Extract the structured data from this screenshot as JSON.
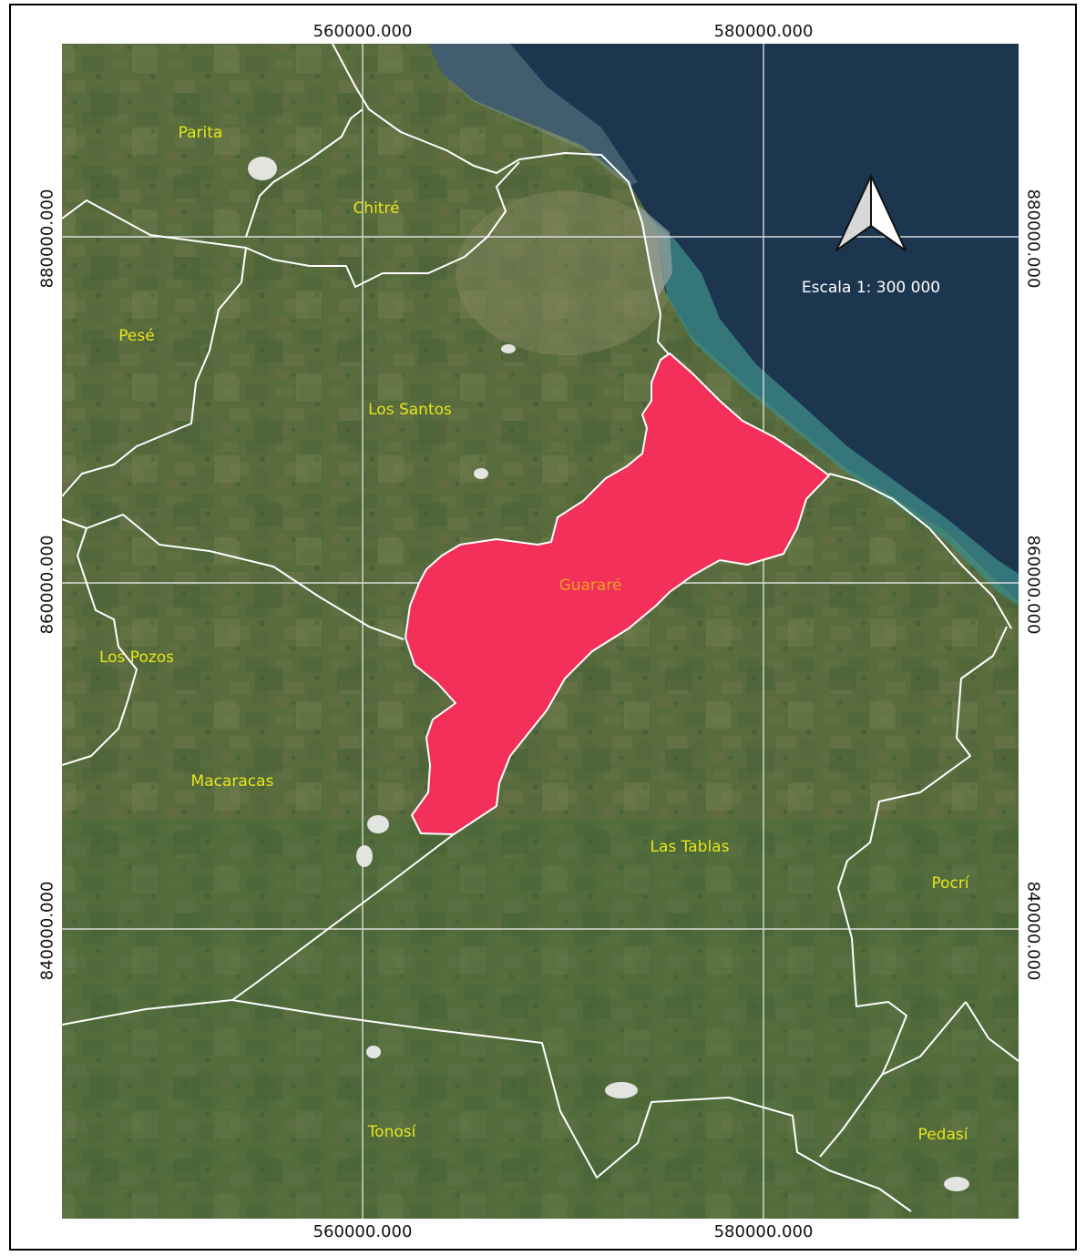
{
  "grid_labels": {
    "top": [
      "560000.000",
      "580000.000"
    ],
    "bottom": [
      "560000.000",
      "580000.000"
    ],
    "left": [
      "880000.000",
      "860000.000",
      "840000.000"
    ],
    "right": [
      "880000.000",
      "860000.000",
      "840000.000"
    ]
  },
  "scale_text": "Escala 1: 300 000",
  "places": {
    "parita": "Parita",
    "chitre": "Chitré",
    "pese": "Pesé",
    "los_santos": "Los Santos",
    "guarare": "Guararé",
    "los_pozos": "Los Pozos",
    "macaracas": "Macaracas",
    "las_tablas": "Las Tablas",
    "pocri": "Pocrí",
    "tonosi": "Tonosí",
    "pedasi": "Pedasí"
  },
  "colors": {
    "highlight": "#f2305a",
    "label": "#e6e61a",
    "highlight_label": "#f0a020",
    "sea": "#1d3650",
    "land": "#5b6b3e",
    "boundary": "#ffffff",
    "grid": "#e8e8e8"
  },
  "icons": {
    "north_arrow": "north-arrow-icon"
  }
}
